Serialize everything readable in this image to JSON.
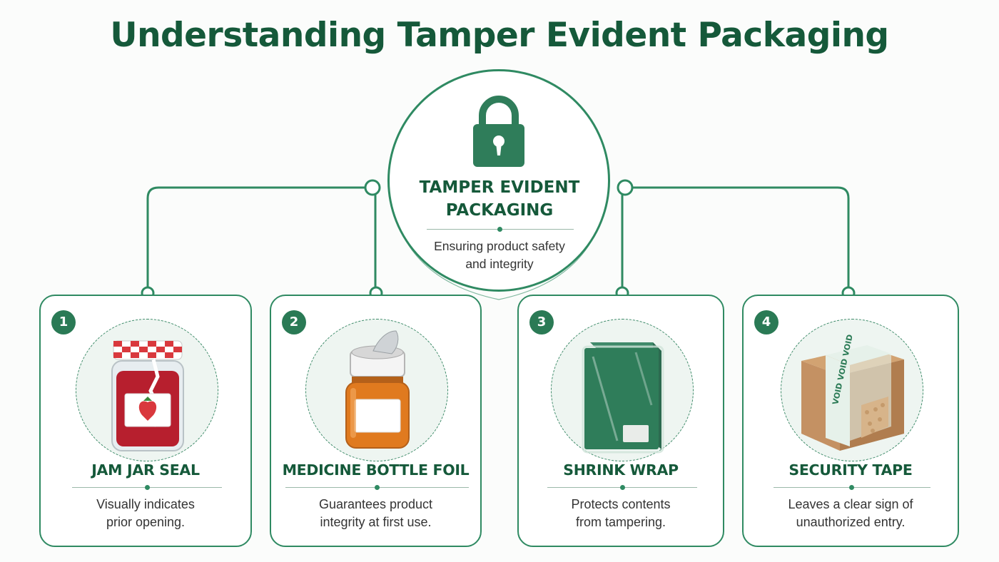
{
  "title": "Understanding Tamper Evident Packaging",
  "hub": {
    "icon": "padlock-icon",
    "title_line1": "TAMPER EVIDENT",
    "title_line2": "PACKAGING",
    "subtitle_line1": "Ensuring product safety",
    "subtitle_line2": "and integrity"
  },
  "colors": {
    "primary": "#15593a",
    "accent": "#2f8a62",
    "badge": "#2a7a55"
  },
  "cards": [
    {
      "number": "1",
      "icon": "jam-jar-icon",
      "title": "JAM JAR SEAL",
      "desc_line1": "Visually indicates",
      "desc_line2": "prior opening."
    },
    {
      "number": "2",
      "icon": "medicine-bottle-icon",
      "title": "MEDICINE BOTTLE FOIL",
      "desc_line1": "Guarantees product",
      "desc_line2": "integrity at first use."
    },
    {
      "number": "3",
      "icon": "shrink-wrap-icon",
      "title": "SHRINK WRAP",
      "desc_line1": "Protects contents",
      "desc_line2": "from tampering."
    },
    {
      "number": "4",
      "icon": "security-tape-box-icon",
      "title": "SECURITY TAPE",
      "desc_line1": "Leaves a clear sign of",
      "desc_line2": "unauthorized entry.",
      "tape_text": "VOID VOID VOID"
    }
  ]
}
